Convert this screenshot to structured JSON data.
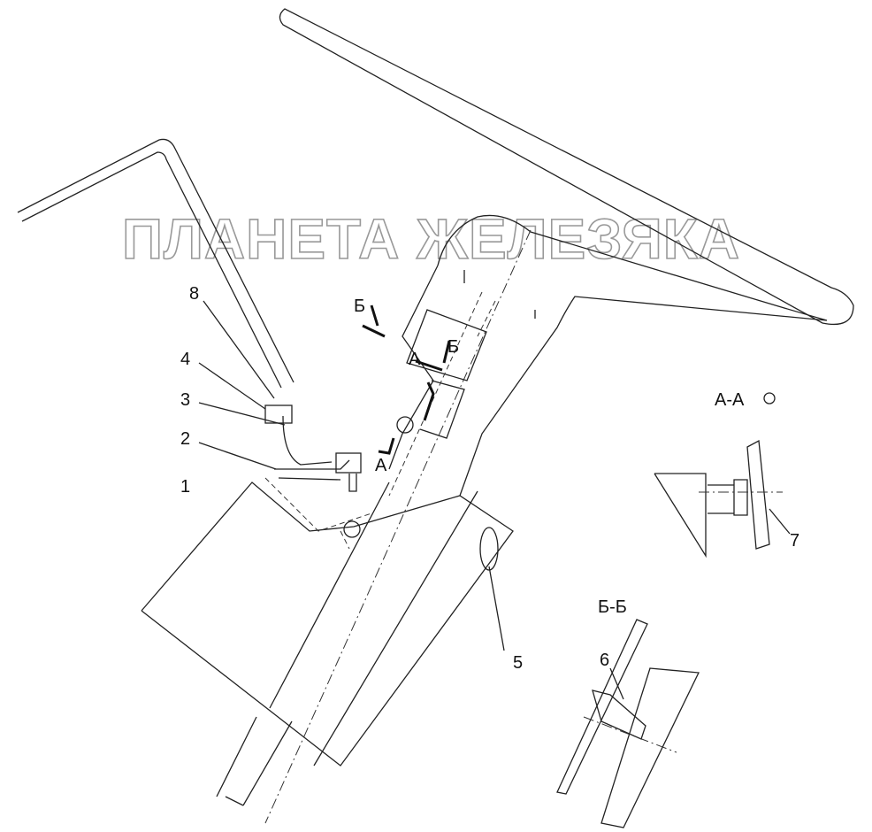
{
  "labels": {
    "p1": "1",
    "p2": "2",
    "p3": "3",
    "p4": "4",
    "p5": "5",
    "p6": "6",
    "p7": "7",
    "p8": "8",
    "section_b_upper": "Б",
    "section_b_lower": "Б",
    "section_a_upper": "А",
    "section_a_lower": "А",
    "view_aa": "А-А",
    "view_bb": "Б-Б"
  },
  "watermark": "ПЛАНЕТА ЖЕЛЕЗЯКА"
}
